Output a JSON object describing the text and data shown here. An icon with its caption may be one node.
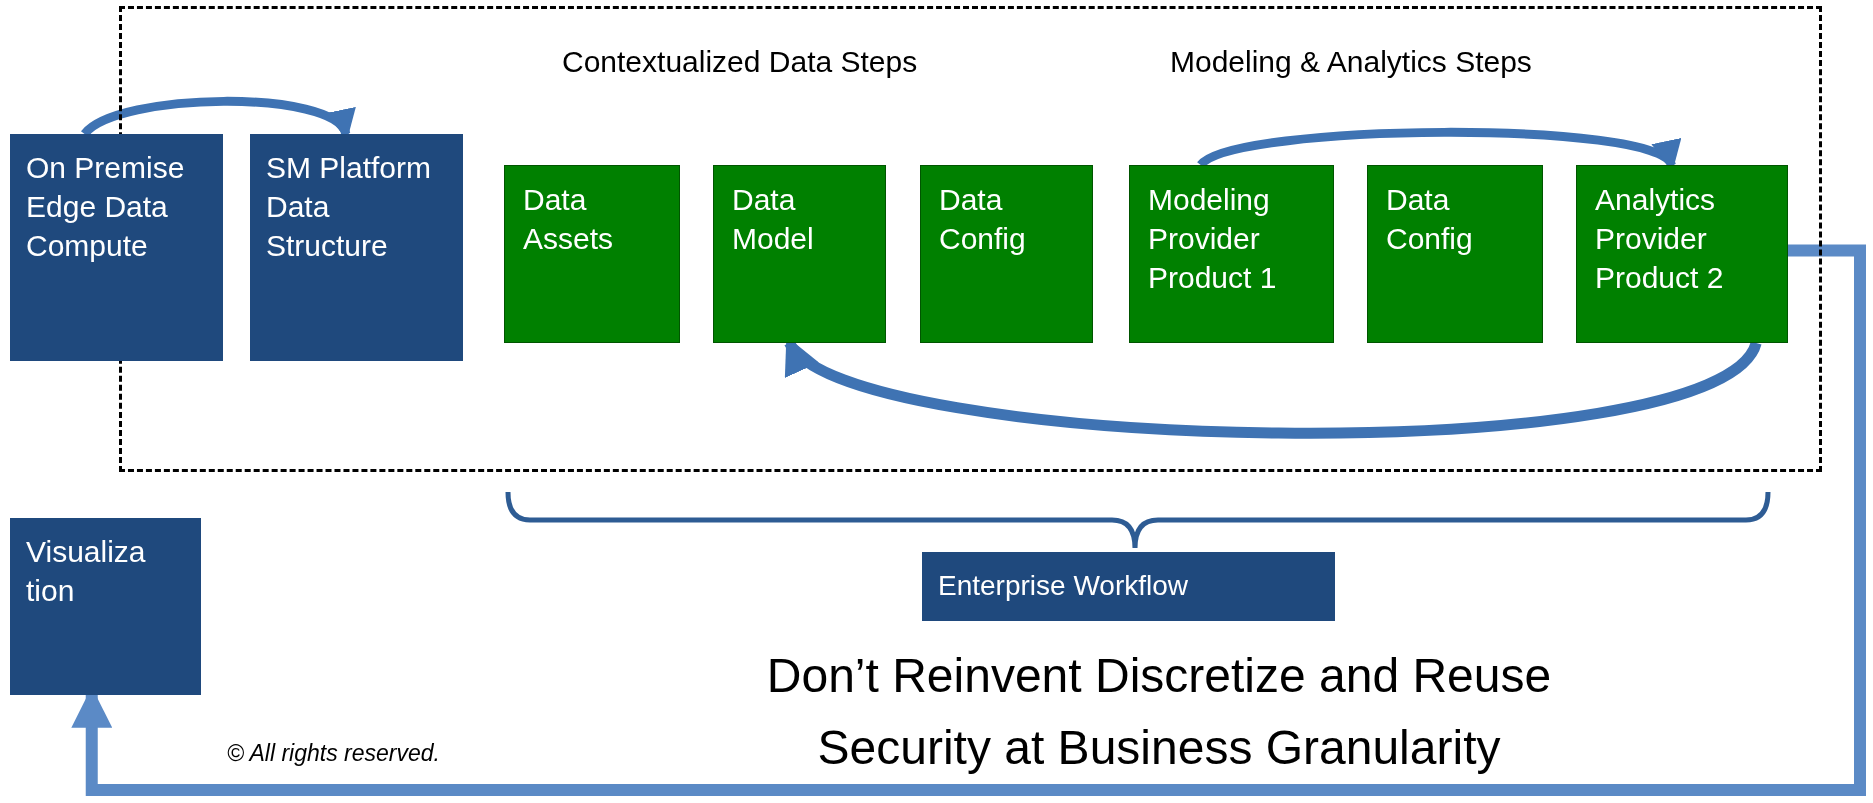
{
  "diagram": {
    "nodes": [
      {
        "text": [
          "Contextualized  Data Steps",
          "Modeling & Analytics Steps"
        ]
      },
      {
        "text": [
          "On Premise Edge Data Compute"
        ]
      },
      {
        "text": [
          "SM Platform Data Structure"
        ],
        "in": 0
      },
      {
        "text": [
          "Data Assets"
        ],
        "in": 0
      },
      {
        "text": [
          "Data Model"
        ],
        "in": 0
      },
      {
        "text": [
          "Data Config"
        ],
        "in": 0
      },
      {
        "text": [
          "Modeling Provider Product 1"
        ],
        "in": 0
      },
      {
        "text": [
          "Data Config"
        ],
        "in": 0
      },
      {
        "text": [
          "Analytics Provider Product 2"
        ],
        "in": 0
      },
      {
        "text": [
          "Visualization"
        ]
      },
      {
        "text": [
          "Enterprise Workflow"
        ]
      }
    ],
    "edges": [
      {
        "from": 1,
        "to": 2,
        "arrow": "to"
      },
      {
        "from": 6,
        "to": 8,
        "arrow": "to"
      },
      {
        "from": 8,
        "to": 4,
        "arrow": "to"
      },
      {
        "from": 8,
        "to": 9,
        "arrow": "to"
      }
    ],
    "labels": [
      "Don’t Reinvent Discretize and Reuse",
      "Security at Business Granularity",
      "© All rights reserved."
    ]
  }
}
